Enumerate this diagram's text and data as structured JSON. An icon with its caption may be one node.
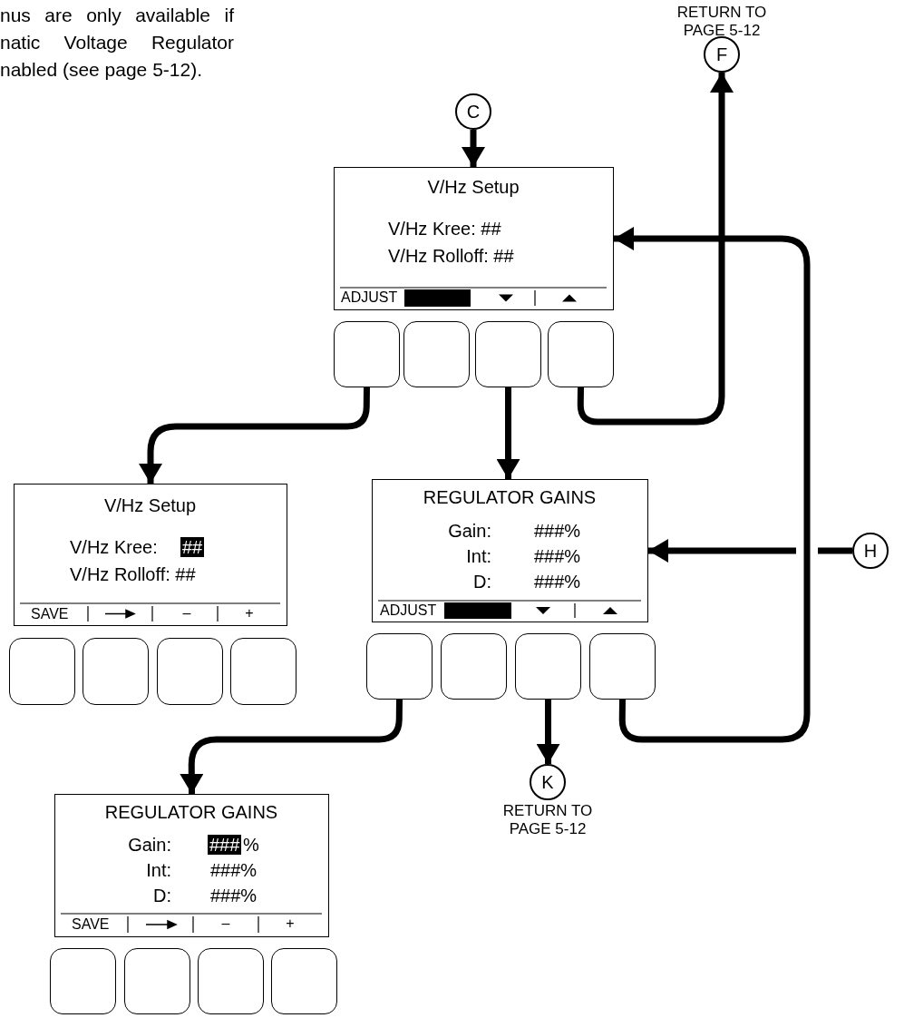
{
  "diagram": {
    "nodes": [
      {
        "text": [
          "C"
        ]
      },
      {
        "text": [
          "F"
        ],
        "beside": [
          "RETURN TO PAGE 5-12"
        ]
      },
      {
        "text": [
          "V/Hz Setup",
          "V/Hz Kree: ##",
          "V/Hz Rolloff: ##",
          "ADJUST"
        ]
      },
      {
        "text": [],
        "shape": "box"
      },
      {
        "text": [],
        "shape": "box"
      },
      {
        "text": [],
        "shape": "box"
      },
      {
        "text": [],
        "shape": "box"
      },
      {
        "text": [
          "V/Hz Setup",
          "V/Hz Kree:",
          "##",
          "V/Hz Rolloff: ##",
          "SAVE",
          "–",
          "+"
        ]
      },
      {
        "text": [],
        "shape": "box"
      },
      {
        "text": [],
        "shape": "box"
      },
      {
        "text": [],
        "shape": "box"
      },
      {
        "text": [],
        "shape": "box"
      },
      {
        "text": [
          "REGULATOR GAINS",
          "Gain:",
          "###%",
          "Int:",
          "###%",
          "D:",
          "###%",
          "ADJUST"
        ]
      },
      {
        "text": [],
        "shape": "box"
      },
      {
        "text": [],
        "shape": "box"
      },
      {
        "text": [],
        "shape": "box"
      },
      {
        "text": [],
        "shape": "box"
      },
      {
        "text": [
          "H"
        ]
      },
      {
        "text": [
          "K"
        ],
        "beside": [
          "RETURN TO PAGE 5-12"
        ]
      },
      {
        "text": [
          "REGULATOR GAINS",
          "Gain:",
          "###",
          "%",
          "Int:",
          "###%",
          "D:",
          "###%",
          "SAVE",
          "–",
          "+"
        ]
      },
      {
        "text": [],
        "shape": "box"
      },
      {
        "text": [],
        "shape": "box"
      },
      {
        "text": [],
        "shape": "box"
      },
      {
        "text": [],
        "shape": "box"
      }
    ],
    "edges": [
      {
        "from": 0,
        "to": 2,
        "arrow": "to"
      },
      {
        "from": 3,
        "to": 7,
        "arrow": "to"
      },
      {
        "from": 5,
        "to": 12,
        "arrow": "to"
      },
      {
        "from": 6,
        "to": 1,
        "arrow": "to"
      },
      {
        "from": 13,
        "to": 19,
        "arrow": "to"
      },
      {
        "from": 15,
        "to": 18,
        "arrow": "to"
      },
      {
        "from": 16,
        "to": 2,
        "arrow": "to"
      },
      {
        "from": 17,
        "to": 12,
        "arrow": "to"
      }
    ],
    "labels": [
      "nus are only available if natic Voltage Regulator nabled (see page 5-12)."
    ]
  }
}
